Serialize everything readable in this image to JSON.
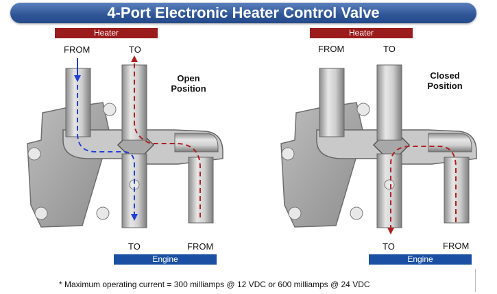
{
  "title": "4-Port Electronic Heater Control Valve",
  "open": {
    "heater_label": "Heater",
    "engine_label": "Engine",
    "from_top": "FROM",
    "to_top": "TO",
    "to_bottom": "TO",
    "from_bottom": "FROM",
    "position_line1": "Open",
    "position_line2": "Position"
  },
  "closed": {
    "heater_label": "Heater",
    "engine_label": "Engine",
    "from_top": "FROM",
    "to_top": "TO",
    "to_bottom": "TO",
    "from_bottom": "FROM",
    "position_line1": "Closed",
    "position_line2": "Position"
  },
  "footnote": "* Maximum operating current = 300 milliamps @ 12 VDC or 600 milliamps @ 24 VDC",
  "colors": {
    "title_bg": "#2f5597",
    "heater_tag": "#9b1c1c",
    "engine_tag": "#1a4fa3",
    "flow_red": "#b01e1e",
    "flow_blue": "#1f3fd8"
  }
}
